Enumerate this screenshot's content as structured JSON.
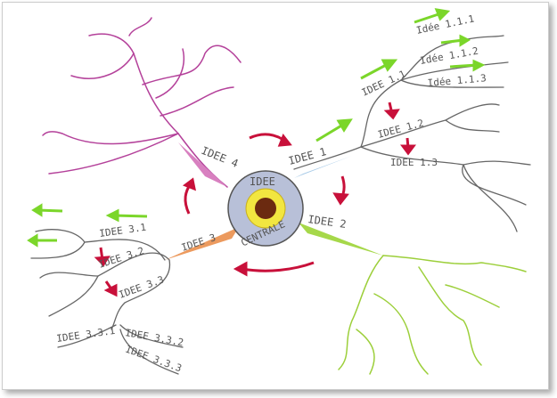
{
  "center": {
    "line1": "IDEE",
    "line2": "CENTRALE"
  },
  "branches": {
    "idee1": {
      "label": "IDEE 1",
      "color": "#8ab4d8",
      "children": {
        "c11": "IDEE 1.1",
        "c111": "Idée 1.1.1",
        "c112": "Idée 1.1.2",
        "c113": "Idée 1.1.3",
        "c12": "IDEE 1.2",
        "c13": "IDEE 1.3"
      }
    },
    "idee2": {
      "label": "IDEE 2",
      "color": "#9ad23a"
    },
    "idee3": {
      "label": "IDEE 3",
      "color": "#e8874a",
      "children": {
        "c31": "IDEE 3.1",
        "c32": "IDEE 3.2",
        "c33": "IDEE 3.3",
        "c331": "IDEE 3.3.1",
        "c332": "IDEE 3.3.2",
        "c333": "IDEE 3.3.3"
      }
    },
    "idee4": {
      "label": "IDEE 4",
      "color": "#c03a9a"
    }
  },
  "colors": {
    "arrow_red": "#c8103a",
    "arrow_green": "#7bd62a",
    "pencil": "#555555"
  }
}
